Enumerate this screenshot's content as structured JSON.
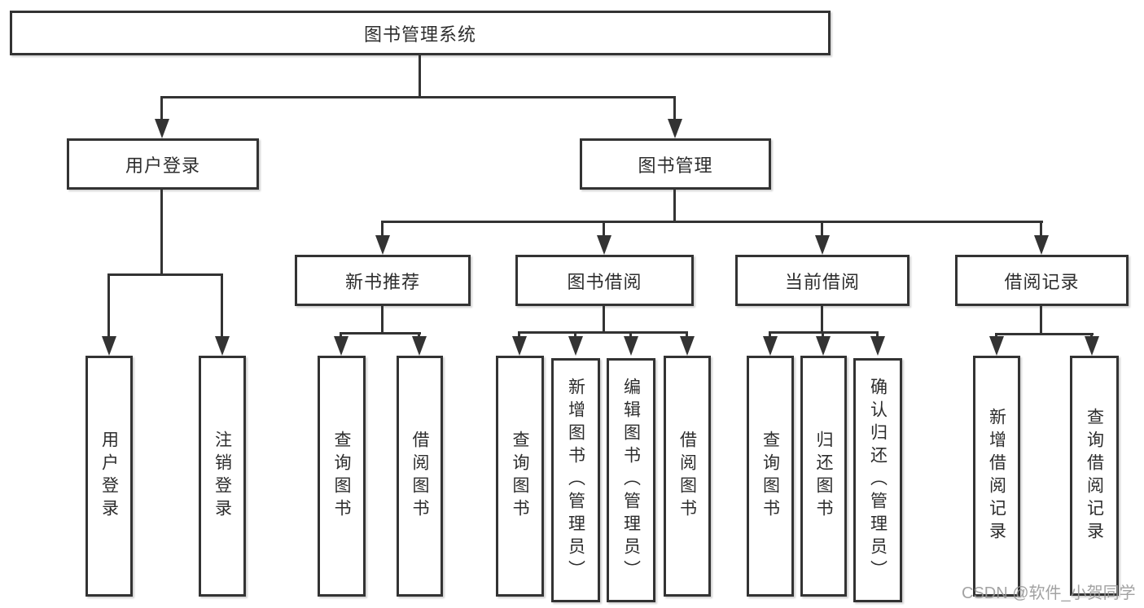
{
  "colors": {
    "line": "#333333",
    "box_border": "#333333",
    "box_bg": "#ffffff",
    "text": "#2d2d2d",
    "watermark": "#989898"
  },
  "watermark": "CSDN @软件_小贺同学",
  "tree": {
    "root": "图书管理系统",
    "login": {
      "label": "用户登录",
      "children": [
        "用户登录",
        "注销登录"
      ]
    },
    "management": {
      "label": "图书管理",
      "sections": [
        {
          "label": "新书推荐",
          "children": [
            "查询图书",
            "借阅图书"
          ]
        },
        {
          "label": "图书借阅",
          "children": [
            "查询图书",
            "新增图书（管理员）",
            "编辑图书（管理员）",
            "借阅图书"
          ]
        },
        {
          "label": "当前借阅",
          "children": [
            "查询图书",
            "归还图书",
            "确认归还（管理员）"
          ]
        },
        {
          "label": "借阅记录",
          "children": [
            "新增借阅记录",
            "查询借阅记录"
          ]
        }
      ]
    }
  }
}
